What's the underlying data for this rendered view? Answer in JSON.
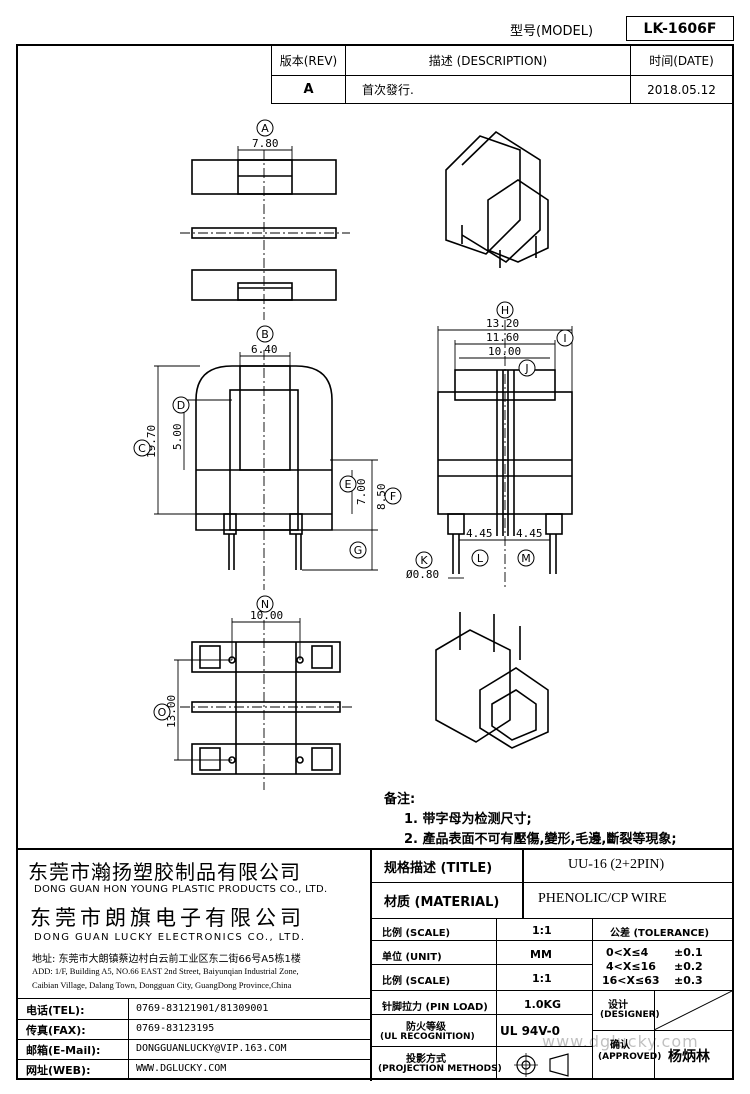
{
  "header": {
    "model_label": "型号(MODEL)",
    "model_value": "LK-1606F"
  },
  "revision_table": {
    "rev_header": "版本(REV)",
    "desc_header": "描述 (DESCRIPTION)",
    "date_header": "时间(DATE)",
    "rows": [
      {
        "rev": "A",
        "description": "首次發行.",
        "date": "2018.05.12"
      }
    ]
  },
  "drawing": {
    "markers": [
      "A",
      "B",
      "C",
      "D",
      "E",
      "F",
      "G",
      "H",
      "I",
      "J",
      "K",
      "L",
      "M",
      "N",
      "O"
    ],
    "dims": {
      "a": "7.80",
      "b": "6.40",
      "c": "19.70",
      "d": "5.00",
      "e": "7.00",
      "f": "8.50",
      "h": "13.20",
      "i": "11.60",
      "j": "10.00",
      "l": "4.45",
      "m": "4.45",
      "k": "Ø0.80",
      "n": "10.00",
      "o": "13.00"
    }
  },
  "notes": {
    "title": "备注:",
    "items": [
      "1. 带字母为检测尺寸;",
      "2. 產品表面不可有壓傷,變形,毛邊,斷裂等現象;"
    ]
  },
  "company": {
    "name_cn_1": "东莞市瀚扬塑胶制品有限公司",
    "name_en_1": "DONG GUAN HON YOUNG PLASTIC PRODUCTS CO., LTD.",
    "name_cn_2": "东莞市朗旗电子有限公司",
    "name_en_2": "DONG GUAN LUCKY ELECTRONICS CO., LTD.",
    "address_cn": "地址: 东莞市大朗镇蔡边村白云前工业区东二街66号A5栋1楼",
    "address_en_1": "ADD: 1/F, Building A5, NO.66 EAST 2nd Street, Baiyunqian Industrial Zone,",
    "address_en_2": "Caibian Village, Dalang Town, Dongguan City, GuangDong Province,China"
  },
  "contacts": [
    {
      "label": "电话(TEL):",
      "value": "0769-83121901/81309001"
    },
    {
      "label": "传真(FAX):",
      "value": "0769-83123195"
    },
    {
      "label": "邮箱(E-Mail):",
      "value": "DONGGUANLUCKY@VIP.163.COM"
    },
    {
      "label": "网址(WEB):",
      "value": "WWW.DGLUCKY.COM"
    }
  ],
  "spec": {
    "title_label": "规格描述 (TITLE)",
    "title_value": "UU-16 (2+2PIN)",
    "material_label": "材质 (MATERIAL)",
    "material_value": "PHENOLIC/CP WIRE",
    "scale_label_1": "比例 (SCALE)",
    "scale_value_1": "1:1",
    "tolerance_label": "公差 (TOLERANCE)",
    "unit_label": "单位 (UNIT)",
    "unit_value": "MM",
    "scale_label_2": "比例 (SCALE)",
    "scale_value_2": "1:1",
    "tolerances": [
      {
        "range": "0<X≤4",
        "value": "±0.1"
      },
      {
        "range": "4<X≤16",
        "value": "±0.2"
      },
      {
        "range": "16<X≤63",
        "value": "±0.3"
      }
    ],
    "pin_load_label": "针脚拉力 (PIN LOAD)",
    "pin_load_value": "1.0KG",
    "designer_label_cn": "设计",
    "designer_label_en": "(DESIGNER)",
    "ul_label_cn": "防火等级",
    "ul_label_en": "(UL RECOGNITION)",
    "ul_value": "UL 94V-0",
    "projection_label_cn": "投影方式",
    "projection_label_en": "(PROJECTION METHODS)",
    "approved_label_cn": "确认",
    "approved_label_en": "(APPROVED)",
    "approver": "杨炳林",
    "watermark": "www.dglucky.com"
  }
}
